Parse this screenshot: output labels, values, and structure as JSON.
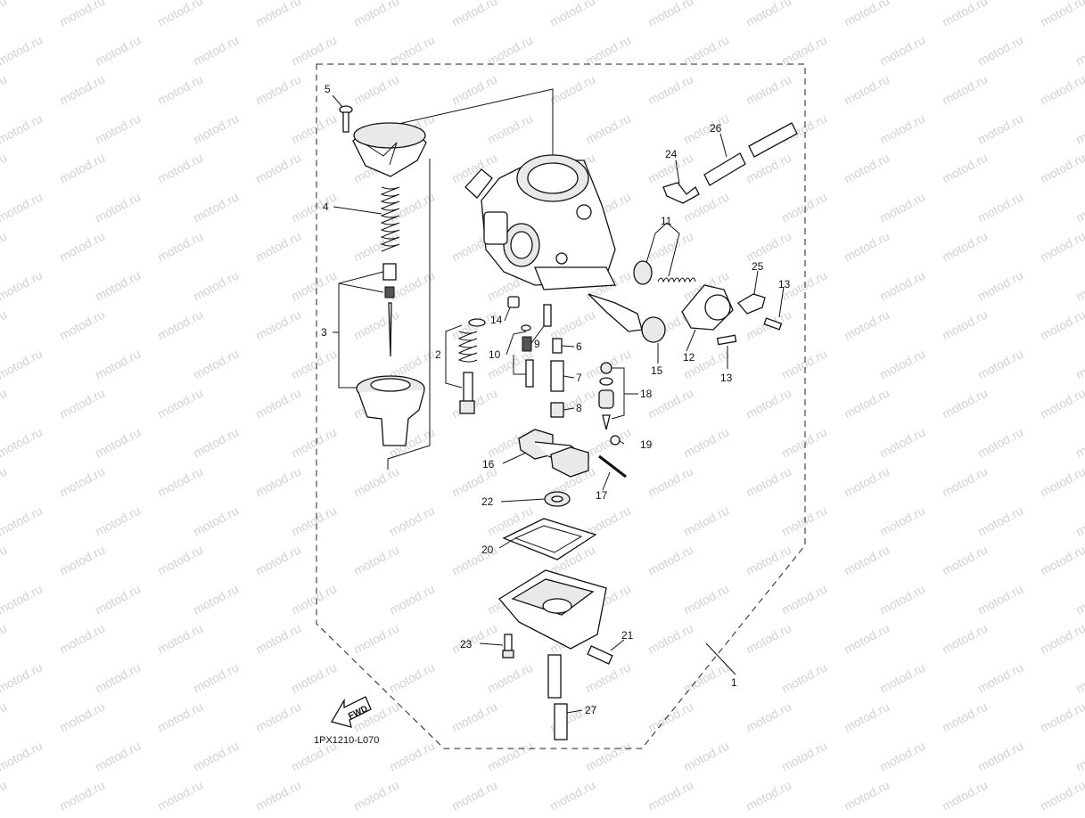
{
  "diagram": {
    "drawing_code": "1PX1210-L070",
    "fwd_label": "FWD",
    "watermark_text": "motod.ru",
    "callouts": {
      "c1": "1",
      "c2": "2",
      "c3": "3",
      "c4": "4",
      "c5": "5",
      "c6": "6",
      "c7": "7",
      "c8": "8",
      "c9": "9",
      "c10": "10",
      "c11": "11",
      "c12": "12",
      "c13a": "13",
      "c13b": "13",
      "c14": "14",
      "c15": "15",
      "c16": "16",
      "c17": "17",
      "c18": "18",
      "c19": "19",
      "c20": "20",
      "c21": "21",
      "c22": "22",
      "c23": "23",
      "c24": "24",
      "c25": "25",
      "c26": "26",
      "c27": "27"
    }
  }
}
